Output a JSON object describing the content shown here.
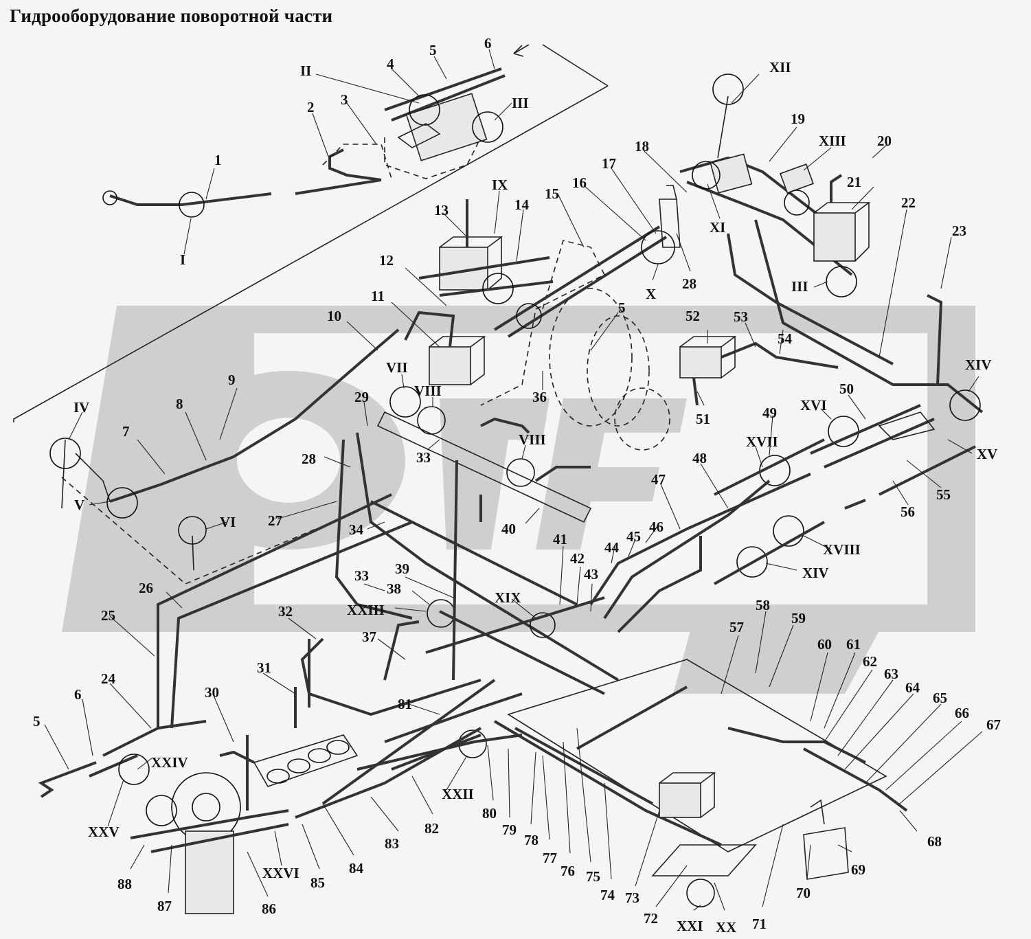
{
  "title": "Гидрооборудование поворотной части",
  "labels": {
    "l1": "1",
    "l2": "2",
    "l3": "3",
    "l4": "4",
    "l5a": "5",
    "l6a": "6",
    "lII": "II",
    "lIIIa": "III",
    "lI": "I",
    "l13": "13",
    "lIX": "IX",
    "l14": "14",
    "l15": "15",
    "l16": "16",
    "l17": "17",
    "l18": "18",
    "lXII": "XII",
    "l19": "19",
    "lXIII": "XIII",
    "l20": "20",
    "l21": "21",
    "l22": "22",
    "l23": "23",
    "lXI": "XI",
    "lX": "X",
    "l28a": "28",
    "lIIIb": "III",
    "l12": "12",
    "l11": "11",
    "l10": "10",
    "l5b": "5",
    "l52": "52",
    "l53": "53",
    "l54": "54",
    "l9": "9",
    "l8": "8",
    "l7": "7",
    "lIV": "IV",
    "lV": "V",
    "lVI": "VI",
    "lVII": "VII",
    "lVIIIa": "VIII",
    "l29": "29",
    "l36": "36",
    "l28b": "28",
    "l33a": "33",
    "lVIIIb": "VIII",
    "l27": "27",
    "l34": "34",
    "l40": "40",
    "l51": "51",
    "lXVI": "XVI",
    "l50": "50",
    "lXIVa": "XIV",
    "l49": "49",
    "lXVII": "XVII",
    "l48": "48",
    "l47": "47",
    "lXV": "XV",
    "l55": "55",
    "l56": "56",
    "l46": "46",
    "l45": "45",
    "l44": "44",
    "lXVIII": "XVIII",
    "lXIVb": "XIV",
    "l41": "41",
    "l42": "42",
    "l43": "43",
    "l26": "26",
    "l39": "39",
    "l33b": "33",
    "l38": "38",
    "lXXIII": "XXIII",
    "lXIX": "XIX",
    "l25": "25",
    "l32": "32",
    "l37": "37",
    "l58": "58",
    "l59": "59",
    "l57": "57",
    "l60": "60",
    "l61": "61",
    "l62": "62",
    "l63": "63",
    "l64": "64",
    "l65": "65",
    "l66": "66",
    "l67": "67",
    "l24": "24",
    "l31": "31",
    "l30": "30",
    "l81": "81",
    "l6b": "6",
    "l5c": "5",
    "lXXIV": "XXIV",
    "lXXV": "XXV",
    "lXXII": "XXII",
    "l80": "80",
    "l79": "79",
    "l78": "78",
    "l77": "77",
    "l76": "76",
    "l75": "75",
    "l74": "74",
    "l73": "73",
    "l72": "72",
    "lXXI": "XXI",
    "lXX": "XX",
    "l71": "71",
    "l70": "70",
    "l69": "69",
    "l68": "68",
    "l83": "83",
    "l82": "82",
    "l84": "84",
    "l85": "85",
    "lXXVI": "XXVI",
    "l86": "86",
    "l87": "87",
    "l88": "88"
  }
}
